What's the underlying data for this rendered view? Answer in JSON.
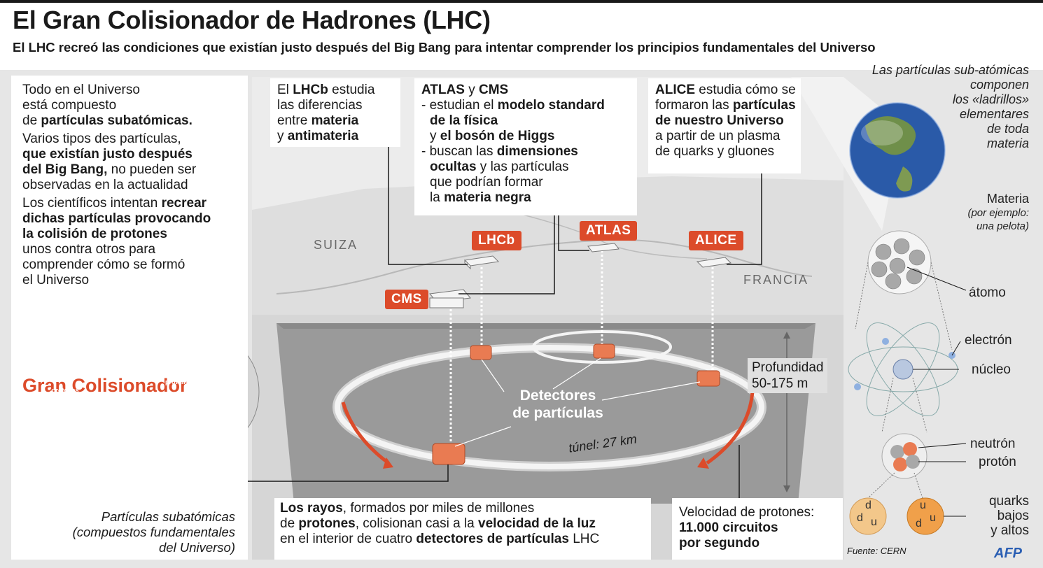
{
  "header": {
    "title": "El Gran Colisionador de Hadrones (LHC)",
    "subtitle": "El LHC recreó las condiciones que existían justo después del Big Bang para intentar comprender los principios fundamentales del Universo"
  },
  "left": {
    "p1": [
      "Todo en el Universo",
      "está compuesto",
      "de ",
      "partículas subatómicas."
    ],
    "p2": [
      "Varios tipos des partículas,",
      "que existían justo después",
      "del Big Bang,",
      " no pueden ser",
      "observadas en la actualidad"
    ],
    "p3": [
      "Los científicos intentan ",
      "recrear",
      "dichas partículas provocando",
      "la colisión de protones",
      "unos contra otros para",
      "comprender cómo se formó",
      "el Universo"
    ],
    "heading": "Gran Colisionador",
    "proton_label": "protones",
    "caption": [
      "Partículas subatómicas",
      "(compuestos fundamentales",
      "del Universo)"
    ]
  },
  "callouts": {
    "lhcb": [
      "El ",
      "LHCb",
      " estudia",
      "las diferencias",
      "entre ",
      "materia",
      "y ",
      "antimateria"
    ],
    "atlas_cms": [
      "ATLAS",
      " y ",
      "CMS",
      "- estudian el ",
      "modelo standard",
      "de la física",
      "y ",
      "el bosón de Higgs",
      "- buscan las ",
      "dimensiones",
      "ocultas",
      " y las partículas",
      "que podrían formar",
      "la ",
      "materia negra"
    ],
    "alice": [
      "ALICE",
      " estudia cómo se",
      "formaron las ",
      "partículas",
      "de nuestro Universo",
      "a partir de un plasma",
      "de quarks y gluones"
    ]
  },
  "map": {
    "suiza": "SUIZA",
    "francia": "FRANCIA",
    "tags": {
      "lhcb": "LHCb",
      "atlas": "ATLAS",
      "alice": "ALICE",
      "cms": "CMS"
    },
    "detectores": [
      "Detectores",
      "de partículas"
    ],
    "tunel": "túnel: 27 km",
    "profundidad": [
      "Profundidad",
      "50-175 m"
    ]
  },
  "bottom": {
    "rayos": [
      "Los rayos",
      ", formados por miles de millones",
      "de ",
      "protones",
      ", colisionan casi a la ",
      "velocidad de la luz",
      "en el interior de cuatro ",
      "detectores de partículas",
      " LHC"
    ],
    "velocidad": [
      "Velocidad de protones:",
      "11.000 circuitos",
      "por segundo"
    ]
  },
  "right": {
    "intro": [
      "Las partículas sub-atómicas",
      "componen",
      "los «ladrillos»",
      "elementares",
      "de toda",
      "materia"
    ],
    "materia": "Materia",
    "materia_ex": [
      "(por ejemplo:",
      "una pelota)"
    ],
    "atomo": "átomo",
    "electron": "electrón",
    "nucleo": "núcleo",
    "neutron": "neutrón",
    "proton": "protón",
    "quarks": [
      "quarks",
      "bajos",
      "y altos"
    ],
    "quark_u": "u",
    "quark_d": "d",
    "fuente": "Fuente: CERN",
    "logo": "AFP"
  },
  "colors": {
    "accent": "#dc4b2a",
    "ground": "#cfcfcf",
    "tunnel": "#f2f2f2"
  }
}
